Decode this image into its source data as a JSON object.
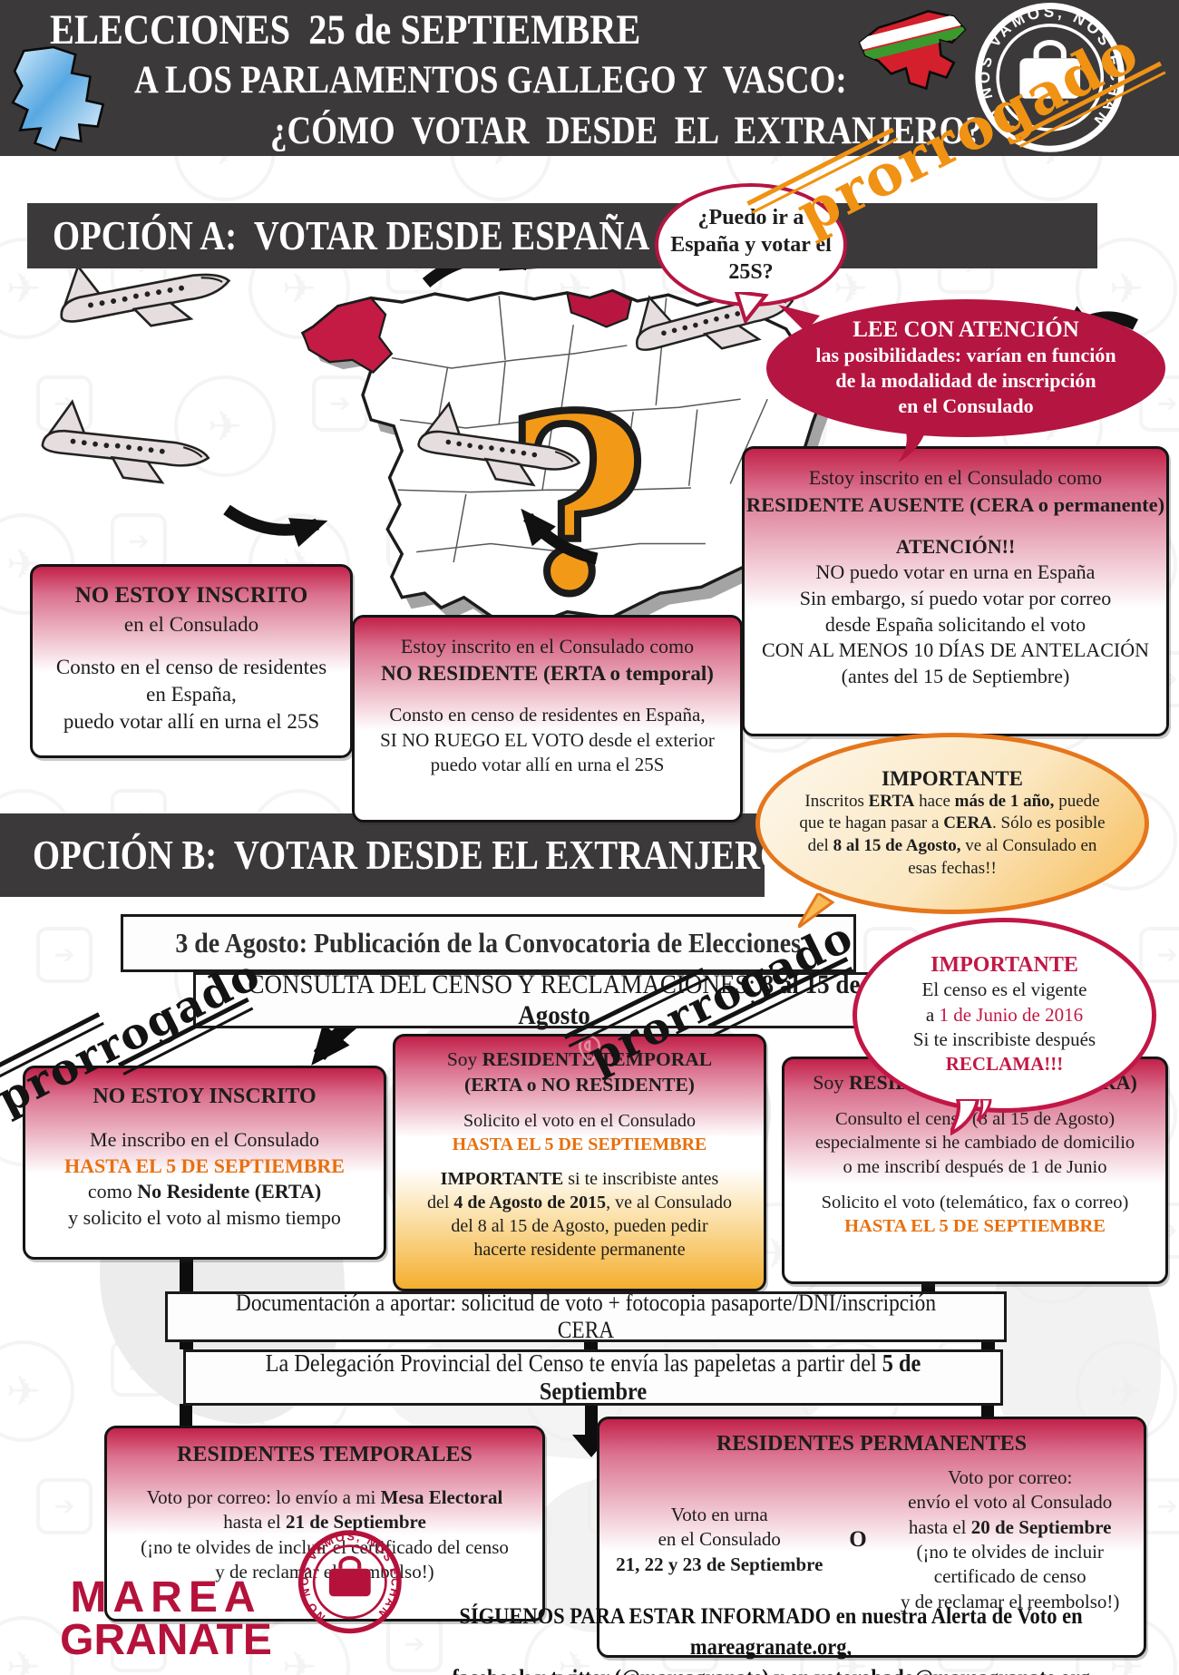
{
  "colors": {
    "charcoal": "#3b393a",
    "crimson": "#b41541",
    "crimson_text": "#c21845",
    "accent_orange": "#e8700f",
    "stamp_orange": "#f09213",
    "box_gradient_top": "#c22149",
    "orange_gradient": "#f4ae2e",
    "galicia_blue": "#58a8e2",
    "basque_red": "#d41f2c"
  },
  "header": {
    "line1": "ELECCIONES  25 de SEPTIEMBRE",
    "line2": "A LOS PARLAMENTOS GALLEGO Y  VASCO:",
    "line3": "¿CÓMO  VOTAR  DESDE  EL  EXTRANJERO?",
    "stamp_text": "NO NOS VAMOS, NOS ECHAN"
  },
  "stamps": {
    "prorrogado": "prorrogado"
  },
  "option_a": {
    "heading": "OPCIÓN A:  VOTAR DESDE ESPAÑA",
    "map_question_mark": "?",
    "question_bubble": [
      {
        "t": "¿Puedo ir a"
      },
      {
        "br": true
      },
      {
        "t": "España y votar el"
      },
      {
        "br": true
      },
      {
        "t": "25S?"
      }
    ],
    "attention_bubble": {
      "title": "LEE CON ATENCIÓN",
      "body": [
        {
          "t": "las posibilidades: varían en función"
        },
        {
          "br": true
        },
        {
          "t": "de la modalidad de inscripción"
        },
        {
          "br": true
        },
        {
          "t": "en el Consulado"
        }
      ]
    },
    "box_no_inscrito": {
      "title": "NO ESTOY INSCRITO",
      "subtitle": "en el Consulado",
      "body": [
        {
          "t": "Consto en el censo de residentes"
        },
        {
          "br": true
        },
        {
          "t": "en España,"
        },
        {
          "br": true
        },
        {
          "t": "puedo votar allí en urna el 25S"
        }
      ]
    },
    "box_no_residente": {
      "intro": "Estoy inscrito en el Consulado como",
      "title": "NO RESIDENTE (ERTA o temporal)",
      "body": [
        {
          "t": "Consto en censo de residentes en España,"
        },
        {
          "br": true
        },
        {
          "t": "SI NO RUEGO EL VOTO desde el exterior"
        },
        {
          "br": true
        },
        {
          "t": "puedo votar allí en urna el 25S"
        }
      ]
    },
    "box_residente_ausente": {
      "intro": "Estoy inscrito en el Consulado como",
      "title": "RESIDENTE AUSENTE (CERA o permanente)",
      "attention": "ATENCIÓN!!",
      "body": [
        {
          "t": "NO puedo votar en urna en España"
        },
        {
          "br": true
        },
        {
          "t": "Sin embargo, sí puedo votar por correo"
        },
        {
          "br": true
        },
        {
          "t": "desde España solicitando el voto"
        },
        {
          "br": true
        },
        {
          "t": "CON AL MENOS 10 DÍAS DE ANTELACIÓN"
        },
        {
          "br": true
        },
        {
          "t": "(antes del 15 de Septiembre)"
        }
      ]
    },
    "important_bubble": {
      "title": "IMPORTANTE",
      "body": [
        {
          "t": "Inscritos "
        },
        {
          "t": "ERTA",
          "b": true
        },
        {
          "t": " hace "
        },
        {
          "t": "más de 1 año,",
          "b": true
        },
        {
          "t": " puede"
        },
        {
          "br": true
        },
        {
          "t": "que te hagan pasar a "
        },
        {
          "t": "CERA",
          "b": true
        },
        {
          "t": ". Sólo es posible"
        },
        {
          "br": true
        },
        {
          "t": "del "
        },
        {
          "t": "8 al 15 de Agosto,",
          "b": true
        },
        {
          "t": " ve al Consulado en"
        },
        {
          "br": true
        },
        {
          "t": "esas fechas!!"
        }
      ]
    }
  },
  "option_b": {
    "heading": "OPCIÓN B:  VOTAR DESDE EL EXTRANJERO",
    "convocatoria_bar": "3 de Agosto: Publicación de la Convocatoria de Elecciones",
    "censo_bar": [
      {
        "t": "CONSULTA DEL CENSO Y RECLAMACIONES: "
      },
      {
        "t": "8 al 15 de Agosto",
        "b": true
      }
    ],
    "censo_bubble": {
      "title": "IMPORTANTE",
      "body": [
        {
          "t": "El censo es el vigente"
        },
        {
          "br": true
        },
        {
          "t": "a "
        },
        {
          "t": "1 de Junio de 2016",
          "c": "#c21845"
        },
        {
          "br": true
        },
        {
          "t": "Si te inscribiste después"
        },
        {
          "br": true
        },
        {
          "t": "RECLAMA!!!",
          "b": true,
          "c": "#c21845"
        }
      ]
    },
    "col_no_inscrito": {
      "title": "NO ESTOY INSCRITO",
      "body": [
        {
          "t": "Me inscribo en el Consulado"
        },
        {
          "br": true
        },
        {
          "t": "HASTA EL 5 DE SEPTIEMBRE",
          "b": true,
          "c": "#e8700f"
        },
        {
          "br": true
        },
        {
          "t": "como "
        },
        {
          "t": "No Residente (ERTA)",
          "b": true
        },
        {
          "br": true
        },
        {
          "t": "y solicito el voto al mismo tiempo"
        }
      ]
    },
    "col_residente_temporal": {
      "heading": [
        {
          "t": "Soy "
        },
        {
          "t": "RESIDENTE TEMPORAL",
          "b": true
        },
        {
          "br": true
        },
        {
          "t": "(ERTA o NO RESIDENTE)",
          "b": true
        }
      ],
      "body1": [
        {
          "t": "Solicito el voto en el Consulado"
        },
        {
          "br": true
        },
        {
          "t": "HASTA EL 5 DE SEPTIEMBRE",
          "b": true,
          "c": "#e8700f"
        }
      ],
      "body2": [
        {
          "t": "IMPORTANTE ",
          "b": true
        },
        {
          "t": "si te inscribiste antes"
        },
        {
          "br": true
        },
        {
          "t": "del "
        },
        {
          "t": "4 de Agosto de 2015",
          "b": true
        },
        {
          "t": ", ve al Consulado"
        },
        {
          "br": true
        },
        {
          "t": "del 8 al 15 de Agosto, pueden pedir"
        },
        {
          "br": true
        },
        {
          "t": "hacerte residente permanente"
        }
      ]
    },
    "col_residente_ausente": {
      "heading": [
        {
          "t": "Soy "
        },
        {
          "t": "RESIDENTE AUSENTE (CERA)",
          "b": true
        }
      ],
      "body1": [
        {
          "t": "Consulto el censo (8 al 15 de Agosto)"
        },
        {
          "br": true
        },
        {
          "t": "especialmente si he cambiado de domicilio"
        },
        {
          "br": true
        },
        {
          "t": "o me inscribí después de 1 de Junio"
        }
      ],
      "body2": [
        {
          "t": "Solicito el voto (telemático, fax o correo)"
        },
        {
          "br": true
        },
        {
          "t": "HASTA EL 5 DE SEPTIEMBRE",
          "b": true,
          "c": "#e8700f"
        }
      ]
    },
    "docs_bar": "Documentación a aportar: solicitud de voto + fotocopia pasaporte/DNI/inscripción CERA",
    "delegacion_bar": [
      {
        "t": "La Delegación Provincial del Censo te envía las papeletas a partir del "
      },
      {
        "t": "5 de Septiembre",
        "b": true
      }
    ],
    "res_temporales": {
      "title": "RESIDENTES TEMPORALES",
      "body": [
        {
          "t": "Voto por correo: lo envío a mi "
        },
        {
          "t": "Mesa Electoral",
          "b": true
        },
        {
          "br": true
        },
        {
          "t": "hasta el "
        },
        {
          "t": "21 de Septiembre",
          "b": true
        },
        {
          "br": true
        },
        {
          "t": "(¡no te olvides de incluir el certificado del censo"
        },
        {
          "br": true
        },
        {
          "t": "y de reclamar el reembolso!)"
        }
      ]
    },
    "res_permanentes": {
      "title": "RESIDENTES PERMANENTES",
      "left": [
        {
          "t": "Voto en urna"
        },
        {
          "br": true
        },
        {
          "t": "en el Consulado"
        },
        {
          "br": true
        },
        {
          "t": "21, 22 y 23 de Septiembre",
          "b": true
        }
      ],
      "or": "O",
      "right": [
        {
          "t": "Voto por correo:"
        },
        {
          "br": true
        },
        {
          "t": "envío el voto al Consulado"
        },
        {
          "br": true
        },
        {
          "t": "hasta el "
        },
        {
          "t": "20 de Septiembre",
          "b": true
        },
        {
          "br": true
        },
        {
          "t": "(¡no te olvides de incluir"
        },
        {
          "br": true
        },
        {
          "t": "certificado de censo"
        },
        {
          "br": true
        },
        {
          "t": "y de reclamar el reembolso!)"
        }
      ]
    }
  },
  "footer": {
    "logo_line1": "MAREA",
    "logo_line2": "GRANATE",
    "stamp_text": "NO NOS VAMOS, NOS ECHAN",
    "follow_line1": "SÍGUENOS PARA ESTAR INFORMADO en nuestra Alerta de Voto en mareagranate.org,",
    "follow_line2": "facebook y twitter (@mareagranate) y en votorobado@mareagranate.org"
  }
}
